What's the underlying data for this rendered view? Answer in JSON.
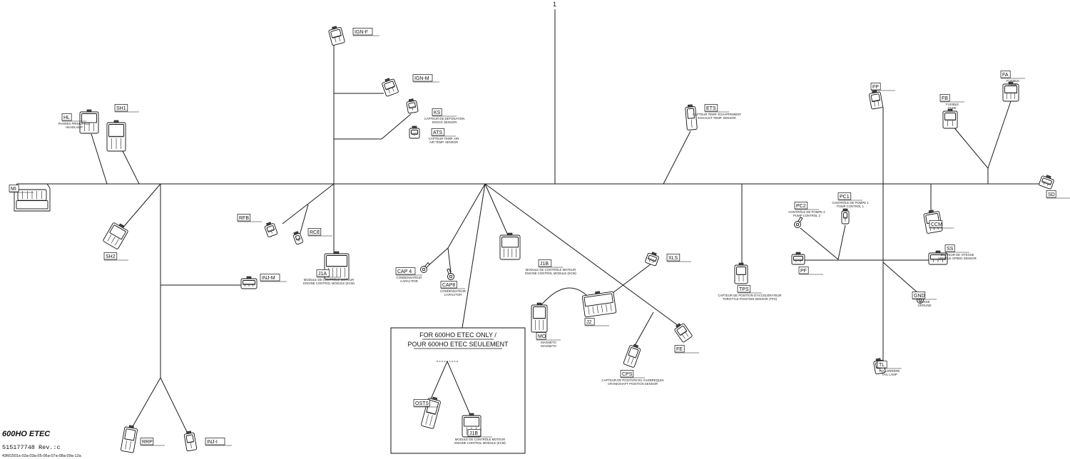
{
  "sheet": {
    "number": "1",
    "model": "600HO ETEC",
    "part_number": "515177748 Rev.:c",
    "revision_codes": "43M1501s-02a-03a-05-06a-07a-08a-09a-12a"
  },
  "note": {
    "line1": "FOR 600HO ETEC ONLY /",
    "line2": "POUR 600HO ETEC SEULEMENT"
  },
  "connectors": {
    "ign_f": {
      "label": "IGN-F",
      "desc": []
    },
    "ign_m": {
      "label": "IGN-M",
      "desc": []
    },
    "ks": {
      "label": "KS",
      "desc": [
        "CAPTEUR DE DÉTONATION",
        "KNOCK SENSOR"
      ]
    },
    "ats": {
      "label": "ATS",
      "desc": [
        "CAPTEUR TEMP. AIR",
        "AIR TEMP. SENSOR"
      ]
    },
    "hl": {
      "label": "HL",
      "desc": [
        "PHARES PRINCIPAUX",
        "HEADLAMP"
      ]
    },
    "sh1": {
      "label": "SH1",
      "desc": []
    },
    "mi": {
      "label": "MI",
      "desc": []
    },
    "sh2": {
      "label": "SH2",
      "desc": []
    },
    "rfb": {
      "label": "RFB",
      "desc": []
    },
    "rce": {
      "label": "RCE",
      "desc": []
    },
    "j1a": {
      "label": "J1A",
      "desc": [
        "MODULE DE CONTRÔLE MOTEUR",
        "ENGINE CONTROL MODULE (ECM)"
      ]
    },
    "inj_m": {
      "label": "INJ-M",
      "desc": []
    },
    "rrp": {
      "label": "RRP",
      "desc": []
    },
    "inj_i": {
      "label": "INJ-I",
      "desc": []
    },
    "cap4": {
      "label": "CAP 4",
      "desc": [
        "CONDENSATEUR",
        "CAPACITOR"
      ]
    },
    "cap8": {
      "label": "CAP8",
      "desc": [
        "CONDENSATEUR",
        "CAPACITOR"
      ]
    },
    "j1b": {
      "label": "J1B",
      "desc": [
        "MODULE DE CONTRÔLE MOTEUR",
        "ENGINE CONTROL MODULE (ECM)"
      ]
    },
    "xls": {
      "label": "XLS",
      "desc": []
    },
    "j2": {
      "label": "J2",
      "desc": []
    },
    "mo": {
      "label": "MO",
      "desc": [
        "MAGNÉTO",
        "MAGNETO"
      ]
    },
    "cps": {
      "label": "CPS",
      "desc": [
        "CAPTEUR DE POSITION DU VILEBREQUIN",
        "CRANKSHAFT POSITION SENSOR"
      ]
    },
    "fe": {
      "label": "FE",
      "desc": []
    },
    "tps": {
      "label": "TPS",
      "desc": [
        "CAPTEUR DE POSITION D'ACCÉLÉRATEUR",
        "THROTTLE POSITION SENSOR (TPS)"
      ]
    },
    "ets": {
      "label": "ETS",
      "desc": [
        "CAPTEUR TEMP. ÉCHAPPEMENT",
        "EXHAUST TEMP. SENSOR"
      ]
    },
    "fp": {
      "label": "FP",
      "desc": []
    },
    "fb": {
      "label": "FB",
      "desc": [
        "FUSIBLE",
        "FUSE"
      ]
    },
    "fa": {
      "label": "FA",
      "desc": [
        "FUSIBLE",
        "FUSE"
      ]
    },
    "sd": {
      "label": "SD",
      "desc": []
    },
    "pc2": {
      "label": "PC2",
      "desc": [
        "CONTRÔLE DE POMPE 2",
        "PUMP CONTROL 2"
      ]
    },
    "pc1": {
      "label": "PC1",
      "desc": [
        "CONTRÔLE DE POMPE 1",
        "PUMP CONTROL 1"
      ]
    },
    "pf": {
      "label": "PF",
      "desc": []
    },
    "ccm": {
      "label": "CCM",
      "desc": []
    },
    "ss": {
      "label": "SS",
      "desc": [
        "CAPTEUR DE VITESSE",
        "VEHICLE SPEED SENSOR"
      ]
    },
    "gnd": {
      "label": "GND",
      "desc": [
        "MASSE",
        "GROUND"
      ]
    },
    "tl": {
      "label": "TL",
      "desc": [
        "FEU ARRIÈRE",
        "TAIL LAMP"
      ]
    },
    "osts": {
      "label": "OSTS",
      "desc": []
    },
    "j1b2": {
      "label": "J1B",
      "desc": [
        "MODULE DE CONTRÔLE MOTEUR",
        "ENGINE CONTROL MODULE (ECM)"
      ]
    }
  }
}
